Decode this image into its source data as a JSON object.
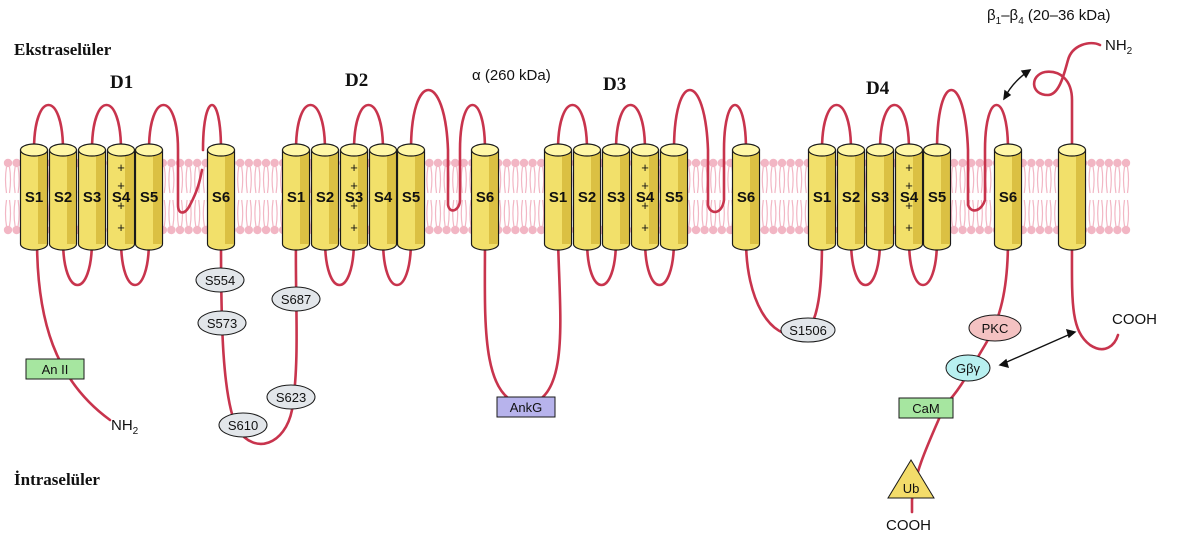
{
  "labels": {
    "extracellular": "Ekstraselüler",
    "intracellular": "İntraselüler",
    "alpha": "α (260 kDa)",
    "beta_prefix": "β",
    "beta_sub1": "1",
    "beta_dash": "–β",
    "beta_sub2": "4",
    "beta_suffix": " (20–36 kDa)",
    "nh2_right": "NH",
    "nh2_left": "NH",
    "sub2": "2",
    "cooh_right": "COOH",
    "cooh_bottom": "COOH"
  },
  "domains": [
    "D1",
    "D2",
    "D3",
    "D4"
  ],
  "segments": {
    "s1": "S1",
    "s2": "S2",
    "s3": "S3",
    "s4": "S4",
    "s5": "S5",
    "s6": "S6",
    "plus": "+"
  },
  "phospho_sites": [
    "S554",
    "S573",
    "S687",
    "S623",
    "S610",
    "S1506"
  ],
  "binding_partners": {
    "an2": "An II",
    "ankg": "AnkG",
    "pkc": "PKC",
    "gbg": "Gβγ",
    "cam": "CaM",
    "ub": "Ub"
  },
  "colors": {
    "helix": "#f2e06a",
    "loop": "#c8344d",
    "membrane": "#f2b6c4",
    "an2_box": "#a6e6a0",
    "ankg_box": "#b7b3ec",
    "pkc": "#f4c2c2",
    "gbg": "#b8f0f0",
    "cam_box": "#a6e6a0",
    "ub": "#f3dc6a",
    "phospho": "#e2e6ea"
  }
}
